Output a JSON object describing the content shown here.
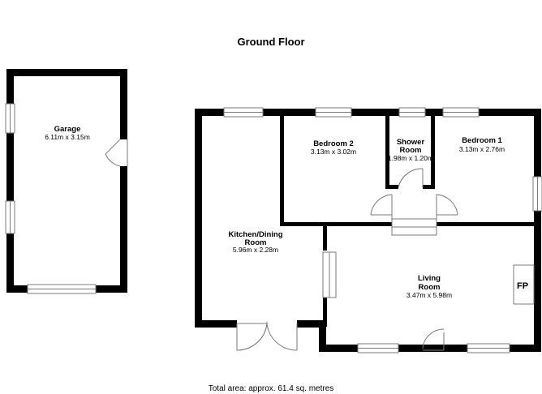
{
  "title": "Ground Floor",
  "footer": "Total area: approx. 61.4 sq. metres",
  "rooms": {
    "garage": {
      "name": "Garage",
      "dims": "6.11m x 3.15m"
    },
    "bedroom2": {
      "name": "Bedroom 2",
      "dims": "3.13m x 3.02m"
    },
    "shower": {
      "name1": "Shower",
      "name2": "Room",
      "dims": "1.98m x 1.20m"
    },
    "bedroom1": {
      "name": "Bedroom 1",
      "dims": "3.13m x 2.76m"
    },
    "kitchen": {
      "name1": "Kitchen/Dining",
      "name2": "Room",
      "dims": "5.96m x 2.28m"
    },
    "living": {
      "name1": "Living",
      "name2": "Room",
      "dims": "3.47m x 5.98m"
    }
  },
  "fireplace": "FP"
}
